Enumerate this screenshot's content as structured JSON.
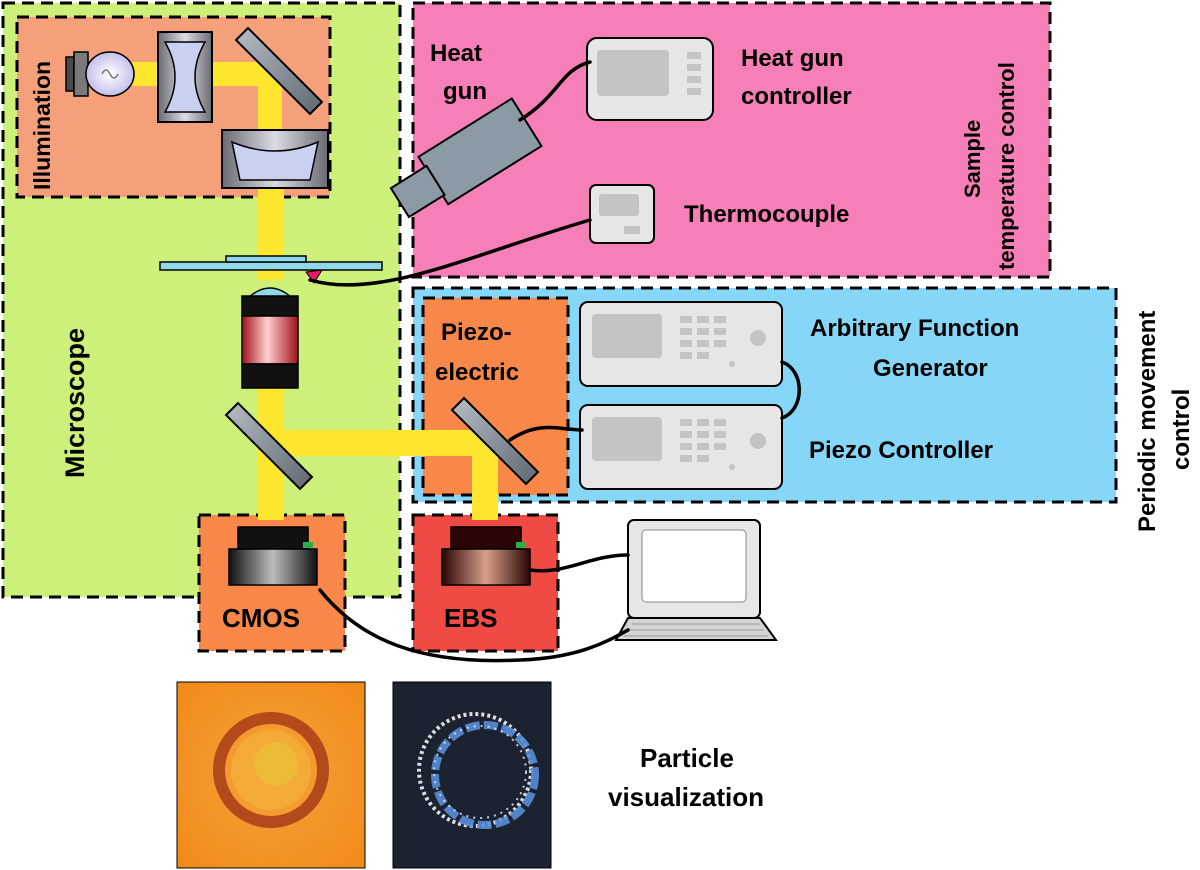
{
  "labels": {
    "illumination": "Illumination",
    "microscope": "Microscope",
    "heat_gun_line1": "Heat",
    "heat_gun_line2": "gun",
    "heat_gun_controller_line1": "Heat gun",
    "heat_gun_controller_line2": "controller",
    "thermocouple": "Thermocouple",
    "sample_temp_line1": "Sample",
    "sample_temp_line2": "temperature control",
    "piezo_line1": "Piezo-",
    "piezo_line2": "electric",
    "afg_line1": "Arbitrary Function",
    "afg_line2": "Generator",
    "piezo_controller": "Piezo Controller",
    "periodic_line1": "Periodic movement",
    "periodic_line2": "control",
    "cmos": "CMOS",
    "ebs": "EBS",
    "particle_line1": "Particle",
    "particle_line2": "visualization"
  },
  "colors": {
    "microscope_region": "#ccf07a",
    "illumination_region": "#f4a07a",
    "temperature_region": "#f77fb8",
    "periodic_region": "#86d6f7",
    "piezo_region": "#f7884a",
    "cmos_region": "#f7884a",
    "ebs_region": "#f04a44",
    "beam": "#ffe62e",
    "stage": "#8fd9e8",
    "instrument_body": "#e6e6e6",
    "heat_gun_body": "#8c9aa6"
  }
}
